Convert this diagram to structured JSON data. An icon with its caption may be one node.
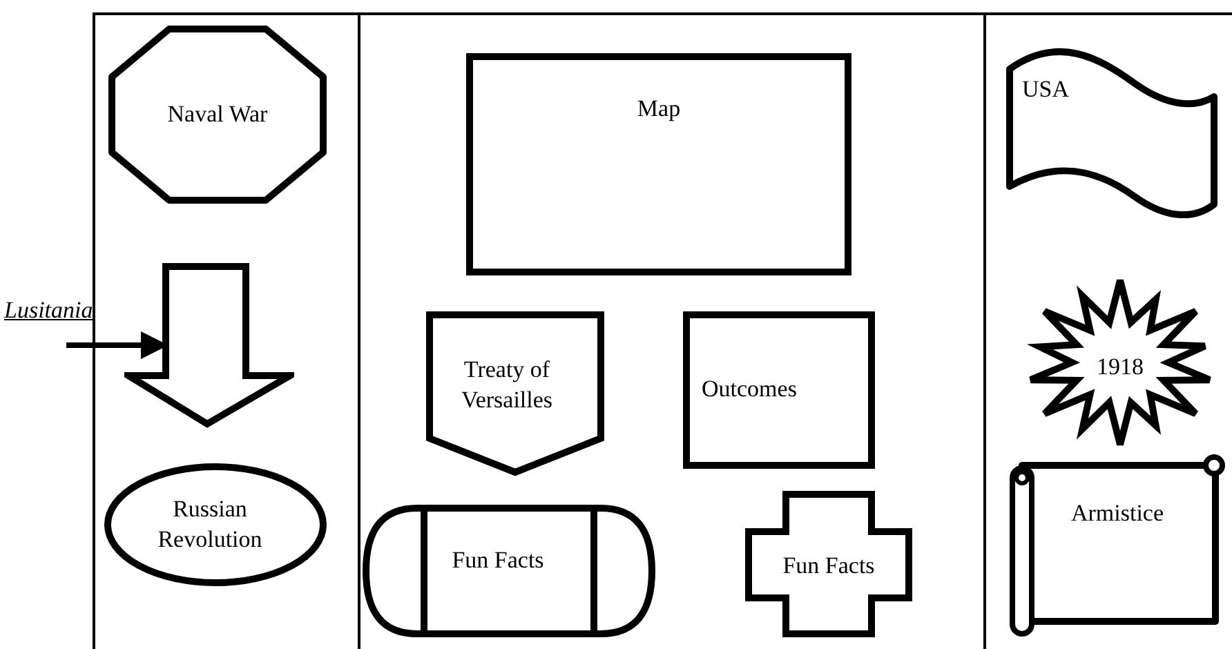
{
  "diagram": {
    "nodes": [
      {
        "text": [
          "Naval War"
        ]
      },
      {
        "text": [
          "Lusitania"
        ]
      },
      {
        "text": [],
        "shape": "arrow"
      },
      {
        "text": [
          "Russian Revolution"
        ]
      },
      {
        "text": [
          "Map"
        ]
      },
      {
        "text": [
          "Treaty of Versailles"
        ]
      },
      {
        "text": [
          "Outcomes"
        ]
      },
      {
        "text": [
          "Fun Facts"
        ]
      },
      {
        "text": [
          "Fun Facts"
        ]
      },
      {
        "text": [
          "USA"
        ]
      },
      {
        "text": [
          "1918"
        ]
      },
      {
        "text": [
          "Armistice"
        ]
      }
    ],
    "edges": [
      {
        "from": 1,
        "to": 2,
        "arrow": "to"
      }
    ]
  }
}
